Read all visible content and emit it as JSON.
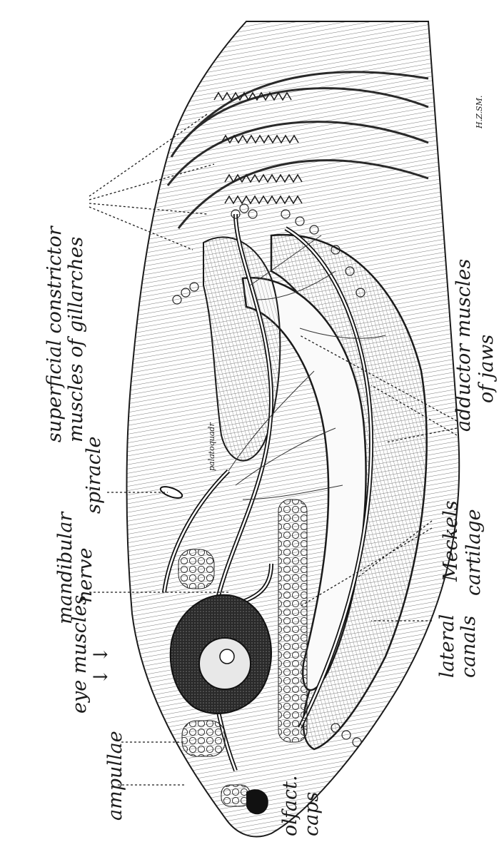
{
  "labels": {
    "constrictor_line1": "superficial constrictor",
    "constrictor_line2": "muscles of gillarches",
    "adductor_line1": "adductor muscles",
    "adductor_line2": "of jaws",
    "spiracle": "spiracle",
    "palatoquadrate": "palatoquadr",
    "mandibular_line1": "mandibular",
    "mandibular_line2": "nerve",
    "meckels_line1": "Meckels",
    "meckels_line2": "cartilage",
    "eyemuscles": "eye muscles",
    "lateral_line1": "lateral",
    "lateral_line2": "canals",
    "ampullae": "ampullae",
    "olfact_line1": "olfact.",
    "olfact_line2": "caps",
    "signature": "H.Z.SM."
  },
  "colors": {
    "ink": "#1b1b1b",
    "hatch": "#5a5a5a",
    "paper": "#ffffff"
  }
}
